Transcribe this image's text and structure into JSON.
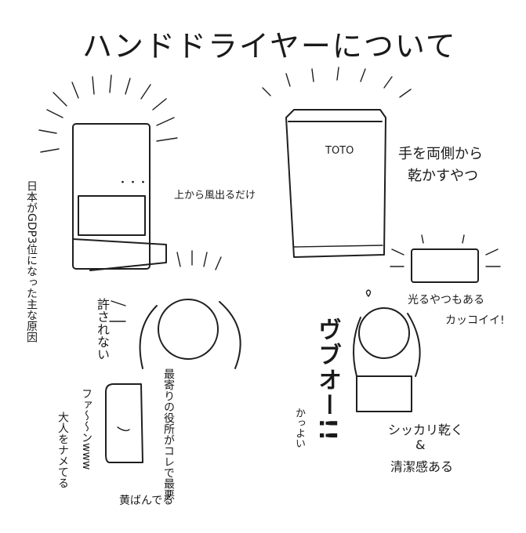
{
  "title": "ハンドドライヤーについて",
  "dryer_left": {
    "caption_top": "上から風出るだけ",
    "caption_side": "日本がGDP3位になった主な原因",
    "dots": "・・・"
  },
  "dryer_right": {
    "brand": "TOTO",
    "caption": [
      "手を両側から",
      "乾かすやつ"
    ]
  },
  "small_dryer": {
    "caption": [
      "光るやつもある",
      "カッコイイ!"
    ]
  },
  "girl_angry": {
    "caption": "許されない"
  },
  "old_dryer": {
    "caption_side": "最寄りの役所がコレで最悪",
    "caption_sound": "ファ〜〜ンwww",
    "caption_mock": "大人をナメてる",
    "caption_bottom": "黄ばんでる"
  },
  "girl_happy": {
    "sound": "ヴブオー!!",
    "caption_left": "かっよい",
    "caption_right": [
      "シッカリ乾く",
      "&",
      "清潔感ある"
    ]
  }
}
